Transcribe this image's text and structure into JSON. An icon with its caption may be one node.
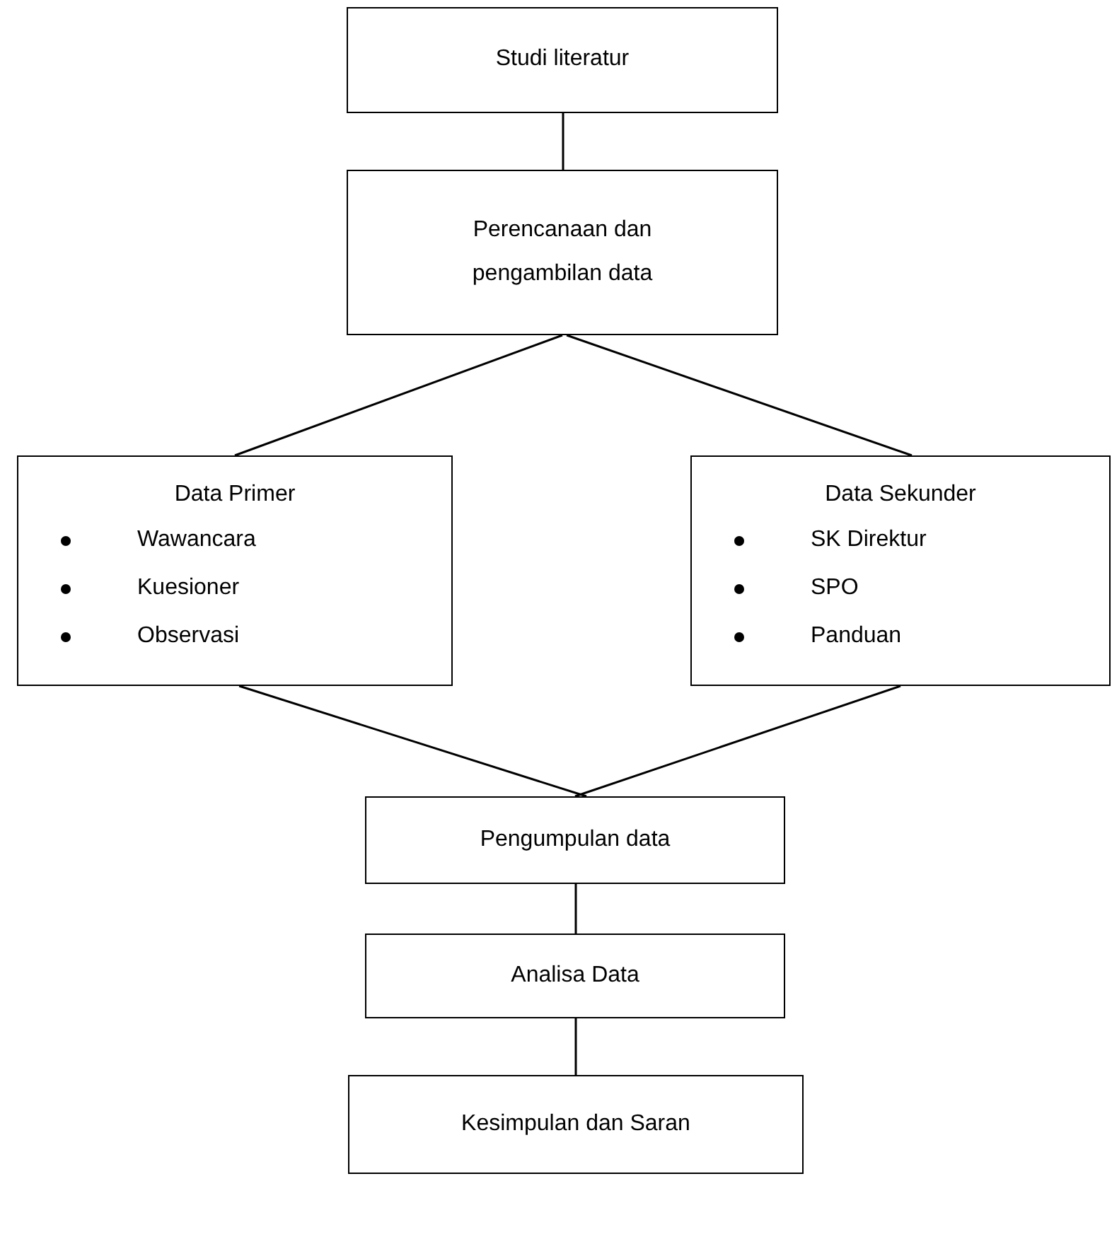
{
  "diagram": {
    "nodes": [
      {
        "text": [
          "Studi literatur"
        ]
      },
      {
        "text": [
          "Perencanaan dan pengambilan data"
        ]
      },
      {
        "text": [
          "Data Primer",
          "Wawancara",
          "Kuesioner",
          "Observasi"
        ]
      },
      {
        "text": [
          "Data Sekunder",
          "SK Direktur",
          "SPO",
          "Panduan"
        ]
      },
      {
        "text": [
          "Pengumpulan data"
        ]
      },
      {
        "text": [
          "Analisa Data"
        ]
      },
      {
        "text": [
          "Kesimpulan dan Saran"
        ]
      }
    ],
    "edges": [
      {
        "from": 0,
        "to": 1,
        "arrow": "none"
      },
      {
        "from": 1,
        "to": 2,
        "arrow": "none"
      },
      {
        "from": 1,
        "to": 3,
        "arrow": "none"
      },
      {
        "from": 2,
        "to": 4,
        "arrow": "none"
      },
      {
        "from": 3,
        "to": 4,
        "arrow": "none"
      },
      {
        "from": 4,
        "to": 5,
        "arrow": "none"
      },
      {
        "from": 5,
        "to": 6,
        "arrow": "none"
      }
    ]
  }
}
